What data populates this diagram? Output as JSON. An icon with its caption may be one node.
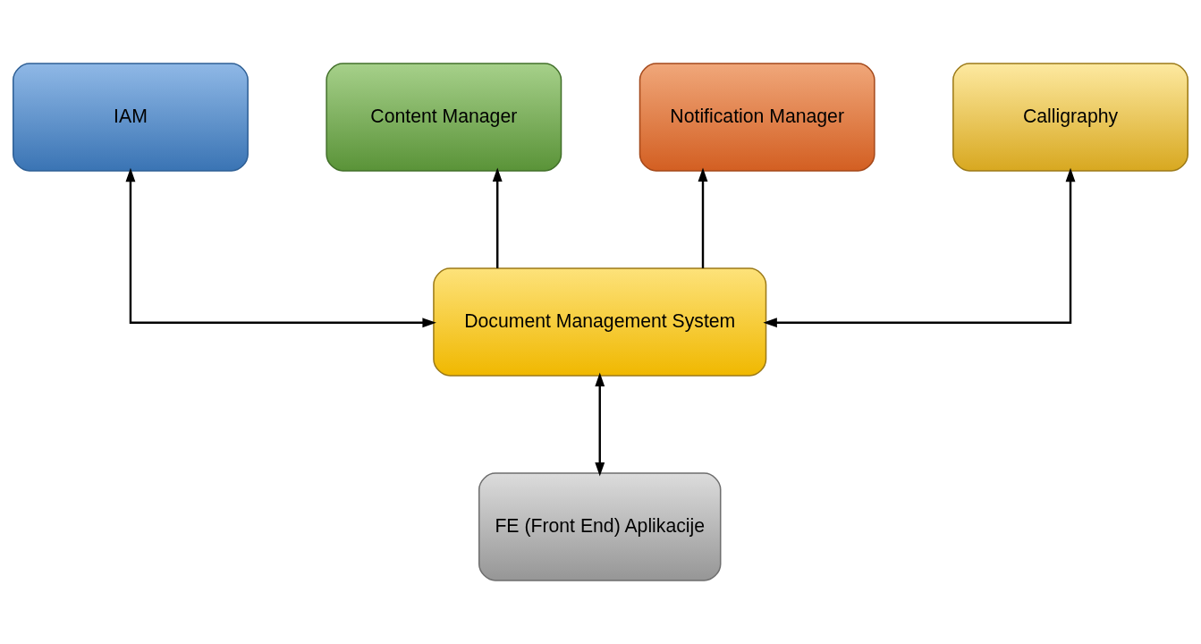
{
  "diagram": {
    "nodes": [
      {
        "text": [
          "IAM"
        ]
      },
      {
        "text": [
          "Content Manager"
        ]
      },
      {
        "text": [
          "Notification Manager"
        ]
      },
      {
        "text": [
          "Calligraphy"
        ]
      },
      {
        "text": [
          "Document Management System"
        ]
      },
      {
        "text": [
          "FE (Front End) Aplikacije"
        ]
      }
    ],
    "edges": [
      {
        "from": 4,
        "to": 0,
        "arrow": "both"
      },
      {
        "from": 4,
        "to": 1,
        "arrow": "to"
      },
      {
        "from": 4,
        "to": 2,
        "arrow": "to"
      },
      {
        "from": 4,
        "to": 3,
        "arrow": "both"
      },
      {
        "from": 4,
        "to": 5,
        "arrow": "both"
      }
    ]
  }
}
